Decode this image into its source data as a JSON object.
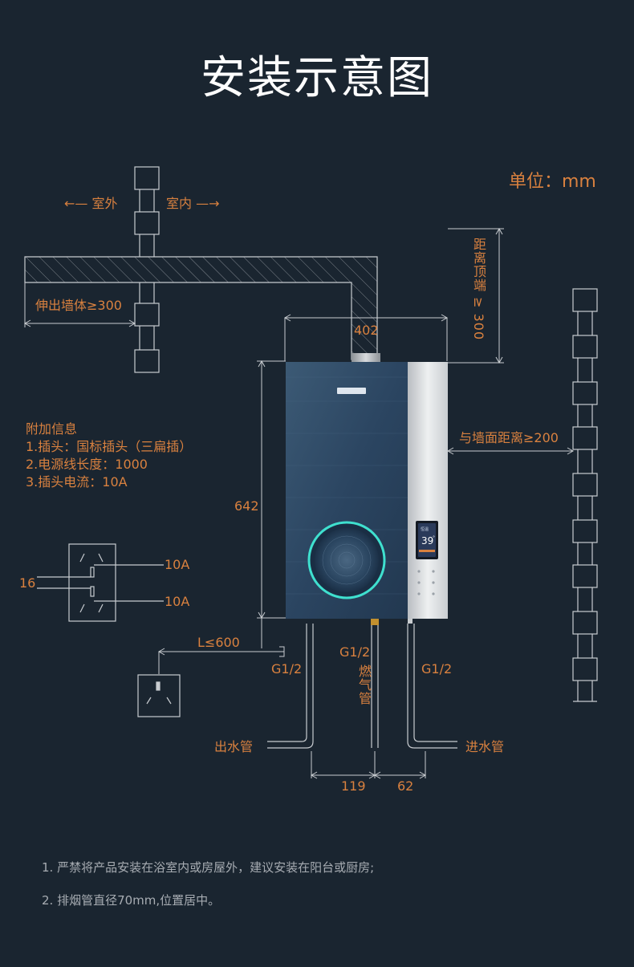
{
  "title": "安装示意图",
  "unit": "单位：mm",
  "labels": {
    "outdoor": "←— 室外",
    "indoor": "室内 —→",
    "extend_wall": "伸出墙体≥300",
    "width": "402",
    "top_distance": "距离顶端 ≥ 300",
    "wall_distance": "与墙面距离≥200",
    "height": "642",
    "current_a": "10A",
    "current_b": "10A",
    "socket_gap": "16",
    "cord_length": "L≤600",
    "g_left": "G1/2",
    "g_gas": "G1/2",
    "gas_pipe": "燃气管",
    "g_right": "G1/2",
    "outlet_pipe": "出水管",
    "inlet_pipe": "进水管",
    "spacing_left": "119",
    "spacing_right": "62"
  },
  "info": {
    "heading": "附加信息",
    "items": [
      "1.插头：国标插头（三扁插）",
      "2.电源线长度：1000",
      "3.插头电流：10A"
    ]
  },
  "display": {
    "temperature": "39",
    "temp_unit": "°",
    "mode_tag": "恒温"
  },
  "notes": [
    "1. 严禁将产品安装在浴室内或房屋外，建议安装在阳台或厨房;",
    "2. 排烟管直径70mm,位置居中。"
  ],
  "colors": {
    "background": "#1a2530",
    "accent": "#d9813f",
    "line": "#c8ccd0",
    "glow": "#3fe0cf"
  }
}
